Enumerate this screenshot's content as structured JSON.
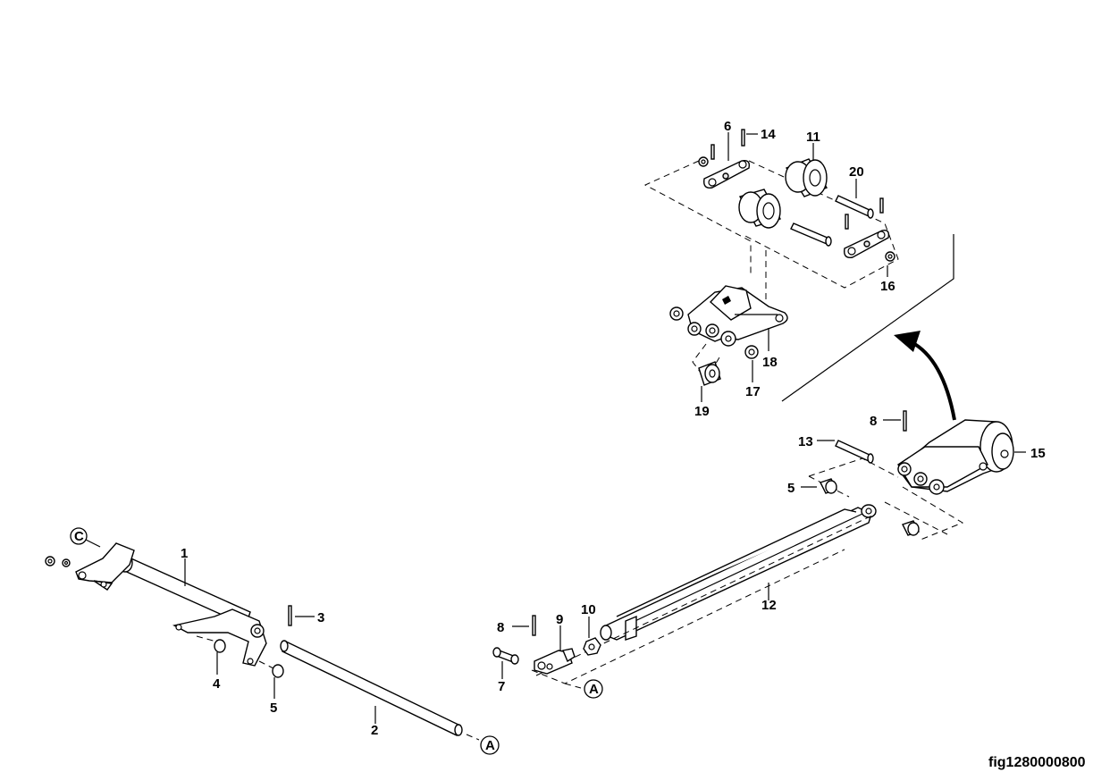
{
  "figure_id": "fig1280000800",
  "callouts": {
    "c1": "1",
    "c2": "2",
    "c3": "3",
    "c4": "4",
    "c5a": "5",
    "c5b": "5",
    "c6": "6",
    "c7": "7",
    "c8a": "8",
    "c8b": "8",
    "c9": "9",
    "c10": "10",
    "c11": "11",
    "c12": "12",
    "c13": "13",
    "c14": "14",
    "c15": "15",
    "c16": "16",
    "c17": "17",
    "c18": "18",
    "c19": "19",
    "c20": "20"
  },
  "reference_markers": {
    "ref_a1": "A",
    "ref_a2": "A",
    "ref_c": "C"
  },
  "icons": {
    "detail_arrow": "curved-arrow-icon"
  },
  "colors": {
    "line": "#000000",
    "background": "#ffffff"
  }
}
